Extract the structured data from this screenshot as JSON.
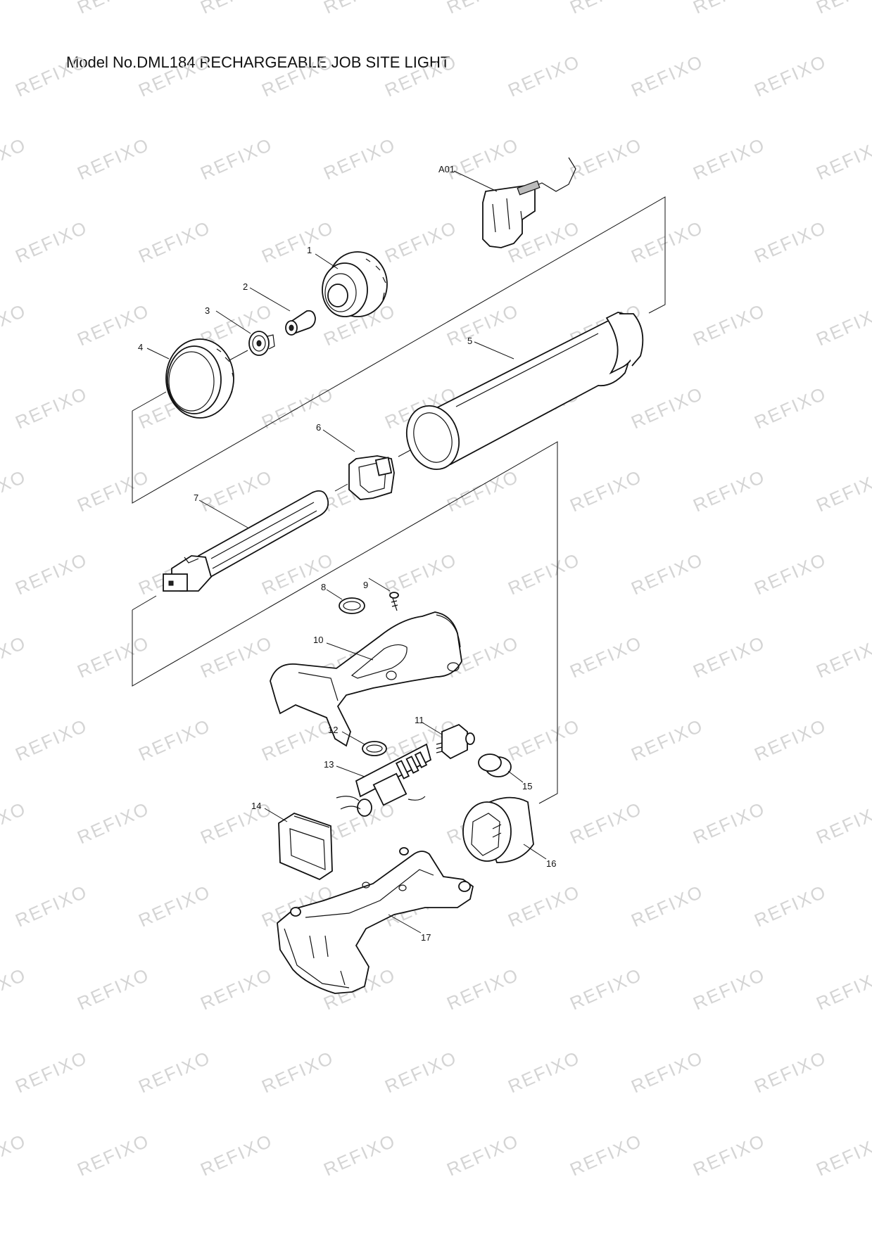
{
  "title": "Model No.DML184 RECHARGEABLE JOB SITE LIGHT",
  "watermark": "REFIXO",
  "colors": {
    "line": "#111111",
    "watermark": "#d4d4d4",
    "background": "#ffffff"
  },
  "parts": [
    {
      "id": "A01",
      "label": "A01"
    },
    {
      "id": "1",
      "label": "1"
    },
    {
      "id": "2",
      "label": "2"
    },
    {
      "id": "3",
      "label": "3"
    },
    {
      "id": "4",
      "label": "4"
    },
    {
      "id": "5",
      "label": "5"
    },
    {
      "id": "6",
      "label": "6"
    },
    {
      "id": "7",
      "label": "7"
    },
    {
      "id": "8",
      "label": "8"
    },
    {
      "id": "9",
      "label": "9"
    },
    {
      "id": "10",
      "label": "10"
    },
    {
      "id": "11",
      "label": "11"
    },
    {
      "id": "12",
      "label": "12"
    },
    {
      "id": "13",
      "label": "13"
    },
    {
      "id": "14",
      "label": "14"
    },
    {
      "id": "15",
      "label": "15"
    },
    {
      "id": "16",
      "label": "16"
    },
    {
      "id": "17",
      "label": "17"
    }
  ]
}
